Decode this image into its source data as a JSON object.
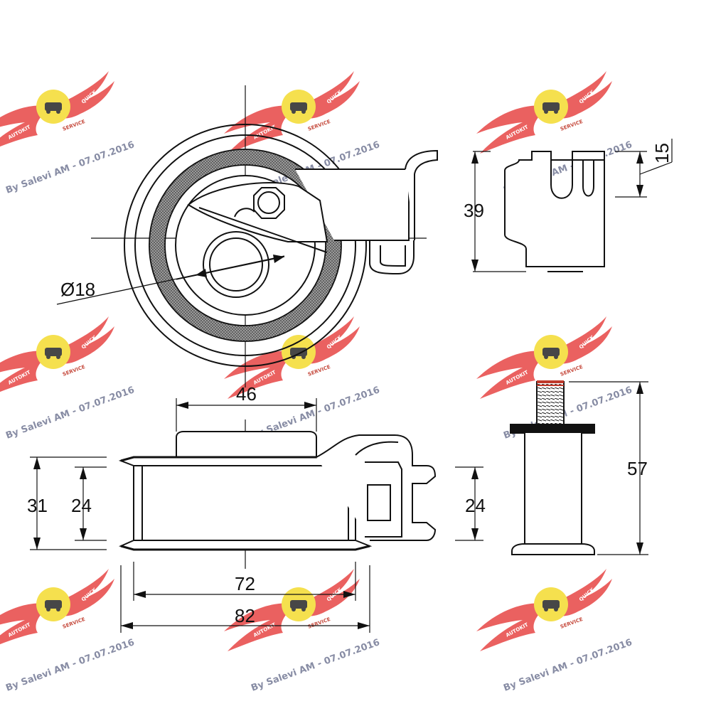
{
  "dimensions": {
    "diameter": "Ø18",
    "height_39": "39",
    "slot_15": "15",
    "pulley_46": "46",
    "height_31": "31",
    "height_24_inner": "24",
    "height_24_side": "24",
    "width_72": "72",
    "width_82": "82",
    "bolt_57": "57"
  },
  "watermark": {
    "text": "By Salevi AM - 07.07.2016",
    "logo_left": "AUTOKIT",
    "logo_right": "QUICK",
    "logo_bottom": "SERVICE"
  },
  "colors": {
    "line": "#111111",
    "hatch": "#555555",
    "wing": "#e8504f",
    "logo": "#f4dd3a",
    "thread": "#c0392b"
  }
}
